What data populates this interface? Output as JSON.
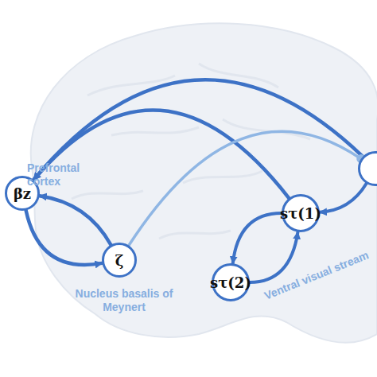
{
  "diagram": {
    "nodes": [
      {
        "text": [
          "βz"
        ]
      },
      {
        "text": [
          "ζ"
        ]
      },
      {
        "text": [
          "sτ(1)"
        ]
      },
      {
        "text": [
          "sτ(2)"
        ]
      },
      {
        "text": []
      }
    ],
    "edges": [
      {
        "from": 4,
        "to": 0,
        "arrow": "to"
      },
      {
        "from": 2,
        "to": 0,
        "arrow": "to"
      },
      {
        "from": 0,
        "to": 1,
        "arrow": "to"
      },
      {
        "from": 1,
        "to": 0,
        "arrow": "to"
      },
      {
        "from": 1,
        "to": 4,
        "arrow": "to"
      },
      {
        "from": 4,
        "to": 2,
        "arrow": "to"
      },
      {
        "from": 2,
        "to": 3,
        "arrow": "to"
      },
      {
        "from": 3,
        "to": 2,
        "arrow": "to"
      }
    ],
    "labels": [
      "Prefrontal cortex",
      "Nucleus basalis of Meynert",
      "Ventral visual stream"
    ]
  }
}
